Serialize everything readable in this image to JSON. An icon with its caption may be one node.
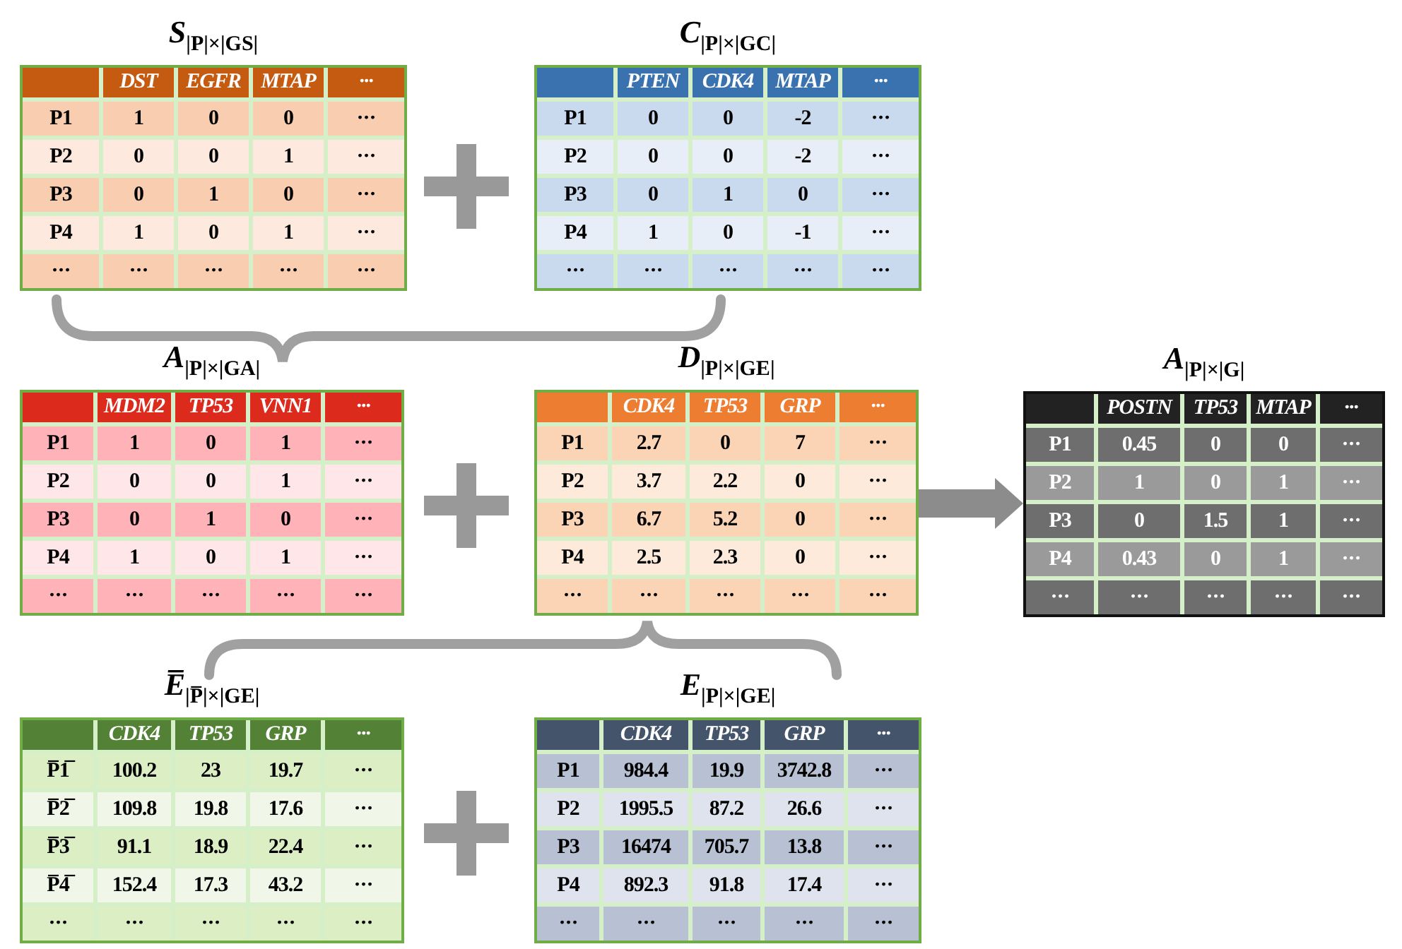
{
  "diagram": {
    "nodes": [
      {
        "text": [
          "S$_{|P|×|G}$$_{S}$$_{|}$",
          "DST",
          "EGFR",
          "MTAP",
          "···",
          "P1",
          "1",
          "0",
          "0",
          "···",
          "P2",
          "0",
          "0",
          "1",
          "···",
          "P3",
          "0",
          "1",
          "0",
          "···",
          "P4",
          "1",
          "0",
          "1",
          "···",
          "···",
          "···",
          "···",
          "···",
          "···"
        ]
      },
      {
        "text": [
          "C$_{|P|×|G}$$_{C}$$_{|}$",
          "PTEN",
          "CDK4",
          "MTAP",
          "···",
          "P1",
          "0",
          "0",
          "-2",
          "···",
          "P2",
          "0",
          "0",
          "-2",
          "···",
          "P3",
          "0",
          "1",
          "0",
          "···",
          "P4",
          "1",
          "0",
          "-1",
          "···",
          "···",
          "···",
          "···",
          "···",
          "···"
        ]
      },
      {
        "text": [
          "A$_{|P|×|G}$$_{A}$$_{|}$",
          "MDM2",
          "TP53",
          "VNN1",
          "···",
          "P1",
          "1",
          "0",
          "1",
          "···",
          "P2",
          "0",
          "0",
          "1",
          "···",
          "P3",
          "0",
          "1",
          "0",
          "···",
          "P4",
          "1",
          "0",
          "1",
          "···",
          "···",
          "···",
          "···",
          "···",
          "···"
        ]
      },
      {
        "text": [
          "D$_{|P|×|G}$$_{E}$$_{|}$",
          "CDK4",
          "TP53",
          "GRP",
          "···",
          "P1",
          "2.7",
          "0",
          "7",
          "···",
          "P2",
          "3.7",
          "2.2",
          "0",
          "···",
          "P3",
          "6.7",
          "5.2",
          "0",
          "···",
          "P4",
          "2.5",
          "2.3",
          "0",
          "···",
          "···",
          "···",
          "···",
          "···",
          "···"
        ]
      },
      {
        "text": [
          "A$_{|P|×|G|}$",
          "POSTN",
          "TP53",
          "MTAP",
          "···",
          "P1",
          "0.45",
          "0",
          "0",
          "···",
          "P2",
          "1",
          "0",
          "1",
          "···",
          "P3",
          "0",
          "1.5",
          "1",
          "···",
          "P4",
          "0.43",
          "0",
          "1",
          "···",
          "···",
          "···",
          "···",
          "···",
          "···"
        ]
      },
      {
        "text": [
          "E̅$_{|P̅|×|G}$$_{E}$$_{|}$",
          "CDK4",
          "TP53",
          "GRP",
          "···",
          "P̅1̅",
          "100.2",
          "23",
          "19.7",
          "···",
          "P̅2̅",
          "109.8",
          "19.8",
          "17.6",
          "···",
          "P̅3̅",
          "91.1",
          "18.9",
          "22.4",
          "···",
          "P̅4̅",
          "152.4",
          "17.3",
          "43.2",
          "···",
          "···",
          "···",
          "···",
          "···",
          "···"
        ]
      },
      {
        "text": [
          "E$_{|P|×|G}$$_{E}$$_{|}$",
          "CDK4",
          "TP53",
          "GRP",
          "···",
          "P1",
          "984.4",
          "19.9",
          "3742.8",
          "···",
          "P2",
          "1995.5",
          "87.2",
          "26.6",
          "···",
          "P3",
          "16474",
          "705.7",
          "13.8",
          "···",
          "P4",
          "892.3",
          "91.8",
          "17.4",
          "···",
          "···",
          "···",
          "···",
          "···",
          "···"
        ]
      }
    ],
    "edges": [
      {
        "from": 3,
        "to": 4,
        "arrow": "to",
        "style": "thick"
      }
    ]
  }
}
